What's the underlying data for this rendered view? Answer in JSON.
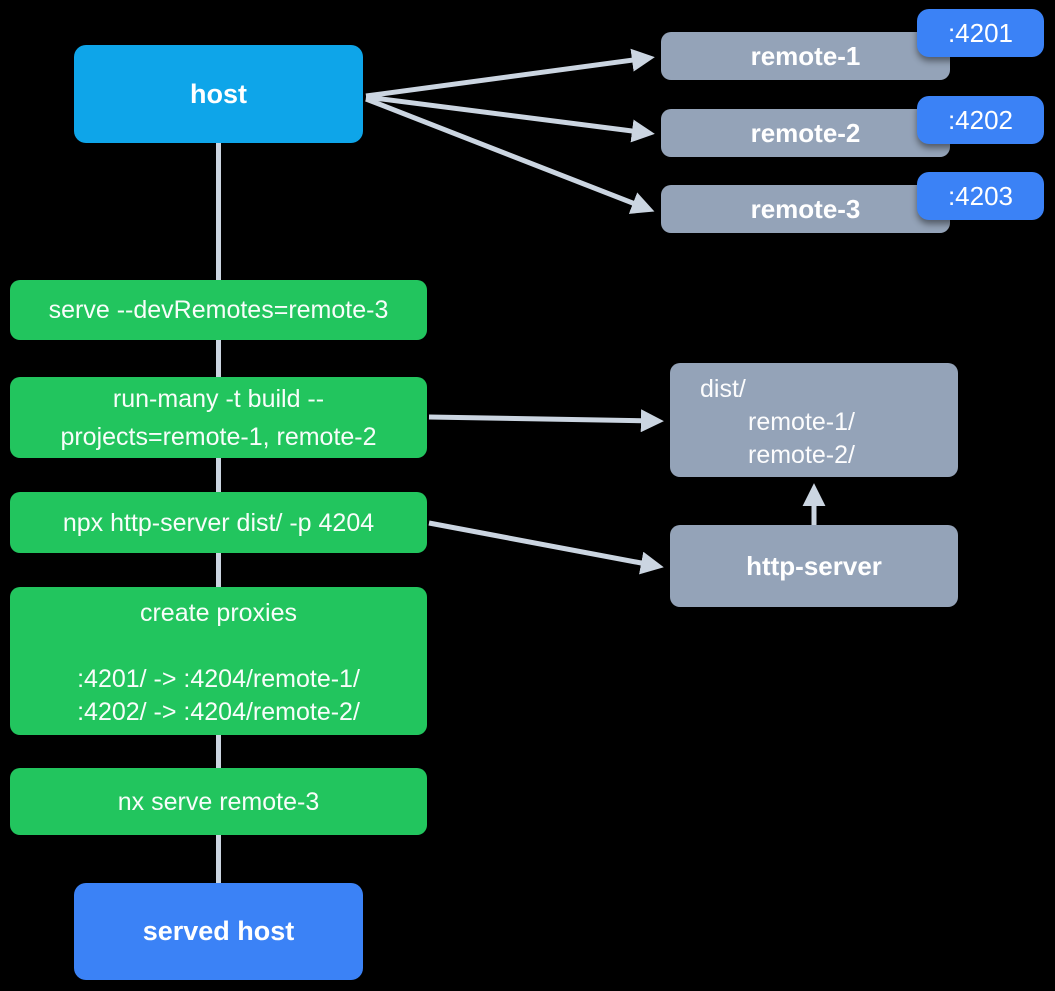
{
  "diagram": {
    "host": {
      "label": "host"
    },
    "remotes": [
      {
        "label": "remote-1",
        "port": ":4201"
      },
      {
        "label": "remote-2",
        "port": ":4202"
      },
      {
        "label": "remote-3",
        "port": ":4203"
      }
    ],
    "steps": {
      "serve": {
        "line1": "serve --devRemotes=remote-3"
      },
      "build": {
        "line1": "run-many -t build --",
        "line2": "projects=remote-1, remote-2"
      },
      "http": {
        "line1": "npx http-server dist/ -p 4204"
      },
      "proxies": {
        "title": "create proxies",
        "map1": ":4201/ -> :4204/remote-1/",
        "map2": ":4202/ -> :4204/remote-2/"
      },
      "serve_remote": {
        "line1": "nx serve remote-3"
      }
    },
    "served_host": {
      "label": "served host"
    },
    "dist": {
      "title": "dist/",
      "entry1": "remote-1/",
      "entry2": "remote-2/"
    },
    "http_server": {
      "label": "http-server"
    }
  },
  "colors": {
    "host_blue": "#0ea5e9",
    "accent_blue": "#3b82f6",
    "node_gray": "#94a3b8",
    "step_green": "#22c55e",
    "connector_gray": "#cbd5e1",
    "background": "#000000",
    "text": "#ffffff"
  }
}
